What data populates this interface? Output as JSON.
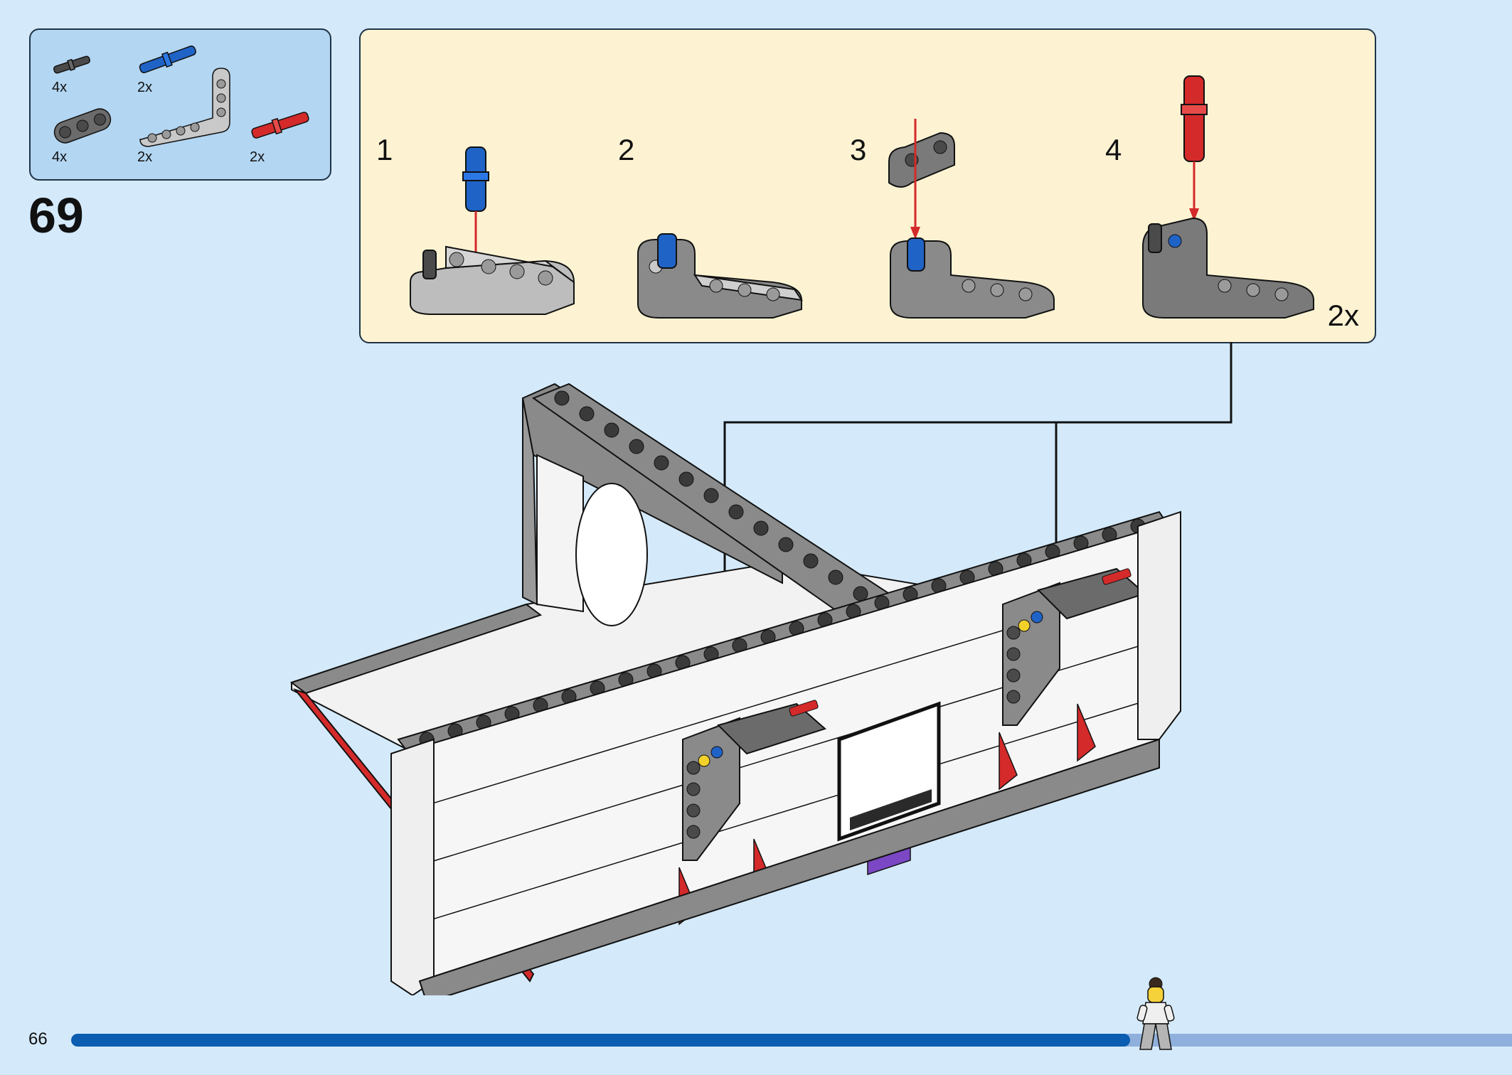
{
  "parts": {
    "items": [
      {
        "name": "friction-pin",
        "qty": "4x"
      },
      {
        "name": "axle-pin",
        "qty": "2x"
      },
      {
        "name": "beam-3",
        "qty": "4x"
      },
      {
        "name": "l-beam",
        "qty": "2x"
      },
      {
        "name": "axle-3",
        "qty": "2x"
      }
    ]
  },
  "step": {
    "number": "69"
  },
  "callout": {
    "substeps": [
      {
        "label": "1"
      },
      {
        "label": "2"
      },
      {
        "label": "3"
      },
      {
        "label": "4"
      }
    ],
    "multiplier": "2x"
  },
  "footer": {
    "page_number": "66",
    "progress": 0.735
  },
  "colors": {
    "background": "#d4eafb",
    "parts_box": "#b3d6f2",
    "callout_box": "#fdf3d3",
    "progress": "#0a5db0",
    "blue_part": "#1f63c6",
    "red_part": "#d42a2a",
    "gray_part": "#8a8a8a"
  }
}
